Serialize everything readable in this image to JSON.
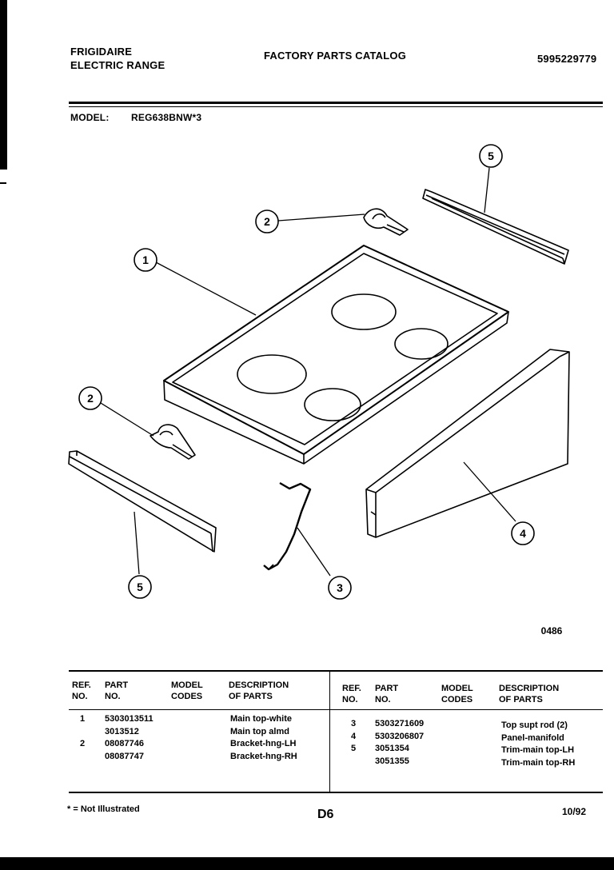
{
  "header": {
    "brand": "FRIGIDAIRE",
    "product": "ELECTRIC RANGE",
    "catalog_title": "FACTORY PARTS CATALOG",
    "catalog_number": "5995229779",
    "model_label": "MODEL:",
    "model_value": "REG638BNW*3"
  },
  "diagram": {
    "callouts": [
      "1",
      "2",
      "2",
      "3",
      "4",
      "5",
      "5"
    ],
    "code": "0486"
  },
  "table": {
    "headers": {
      "ref": [
        "REF.",
        "NO."
      ],
      "part": [
        "PART",
        "NO."
      ],
      "model": [
        "MODEL",
        "CODES"
      ],
      "desc": [
        "DESCRIPTION",
        "OF PARTS"
      ]
    },
    "left_rows": [
      {
        "ref": "1",
        "part": "5303013511",
        "desc": "Main top-white"
      },
      {
        "ref": "",
        "part": "3013512",
        "desc": "Main top almd"
      },
      {
        "ref": "2",
        "part": "08087746",
        "desc": "Bracket-hng-LH"
      },
      {
        "ref": "",
        "part": "08087747",
        "desc": "Bracket-hng-RH"
      }
    ],
    "right_rows": [
      {
        "ref": "3",
        "part": "5303271609",
        "desc": "Top supt rod (2)"
      },
      {
        "ref": "4",
        "part": "5303206807",
        "desc": "Panel-manifold"
      },
      {
        "ref": "5",
        "part": "3051354",
        "desc": "Trim-main top-LH"
      },
      {
        "ref": "",
        "part": "3051355",
        "desc": "Trim-main top-RH"
      }
    ]
  },
  "footer": {
    "note": "* = Not Illustrated",
    "page": "D6",
    "date": "10/92"
  }
}
